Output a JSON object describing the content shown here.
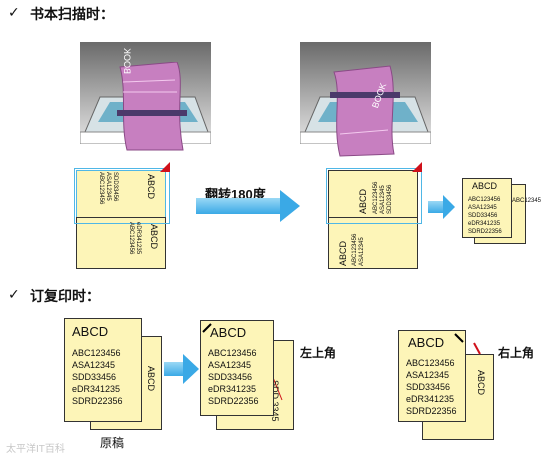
{
  "section1": {
    "check": "✓",
    "title": "书本扫描时："
  },
  "section2": {
    "check": "✓",
    "title": "订复印时："
  },
  "rotate_label": "翻转180度",
  "book_label": "BOOK",
  "doc": {
    "title": "ABCD",
    "lines": [
      "ABC123456",
      "ASA12345",
      "SDD33456",
      "eDR341235",
      "SDRD22356"
    ]
  },
  "doc_back_title": "ABCD",
  "doc_back_line": "SDD 3345",
  "labels": {
    "top_left": "左上角",
    "top_right": "右上角",
    "original": "原稿"
  },
  "watermark": "太平洋IT百科",
  "colors": {
    "arrow": "#3aa9e6",
    "paper": "#fdf5b8",
    "book": "#c77fc0",
    "scan_frame": "#4fb7e6",
    "marker": "#d0101a"
  }
}
